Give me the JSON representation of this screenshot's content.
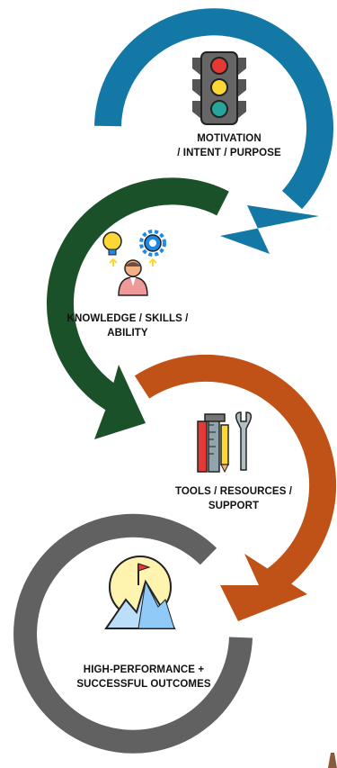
{
  "stages": [
    {
      "title_line1": "MOTIVATION",
      "title_line2": "/ INTENT / PURPOSE",
      "icon": "traffic-light-icon",
      "color": "#1478a6"
    },
    {
      "title_line1": "KNOWLEDGE  / SKILLS /",
      "title_line2": "ABILITY",
      "icon": "person-ideas-gear-icon",
      "color": "#1b5128"
    },
    {
      "title_line1": "TOOLS / RESOURCES /",
      "title_line2": "SUPPORT",
      "icon": "tools-icon",
      "color": "#c05218"
    },
    {
      "title_line1": "HIGH-PERFORMANCE +",
      "title_line2": "SUCCESSFUL OUTCOMES",
      "icon": "mountain-flag-icon",
      "color": "#616161"
    }
  ]
}
